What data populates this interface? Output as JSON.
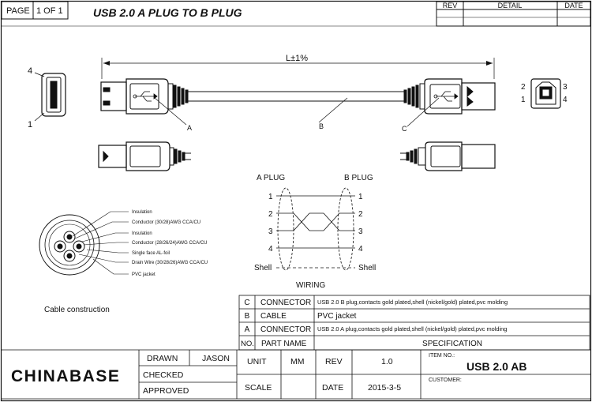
{
  "header": {
    "page_label": "PAGE",
    "page_value": "1 OF 1",
    "title": "USB 2.0 A PLUG TO B PLUG",
    "rev_cols": [
      "REV",
      "DETAIL",
      "DATE"
    ]
  },
  "drawing": {
    "length_label": "L±1%",
    "callouts": [
      "A",
      "B",
      "C"
    ],
    "a_socket_pins": [
      "4",
      "1"
    ],
    "b_socket_pins": [
      "2",
      "1",
      "3",
      "4"
    ]
  },
  "cable_construction": {
    "labels": [
      "Insulation",
      "Conductor (30/28)AWG CCA/CU",
      "Insulation",
      "Conductor (28/26/24)AWG CCA/CU",
      "Single face AL-foil",
      "Drain Wire (30/28/26)AWG CCA/CU",
      "PVC jacket"
    ],
    "caption": "Cable construction"
  },
  "wiring": {
    "a_title": "A PLUG",
    "b_title": "B PLUG",
    "pins": [
      "1",
      "2",
      "3",
      "4"
    ],
    "shell": "Shell",
    "caption": "WIRING"
  },
  "spec_table": {
    "rows": [
      {
        "key": "C",
        "part": "CONNECTOR",
        "spec": "USB 2.0  B plug,contacts gold plated,shell (nickel/gold) plated,pvc molding"
      },
      {
        "key": "B",
        "part": "CABLE",
        "spec": "PVC jacket"
      },
      {
        "key": "A",
        "part": "CONNECTOR",
        "spec": "USB 2.0  A plug,contacts gold plated,shell (nickel/gold) plated,pvc molding"
      }
    ],
    "header": {
      "no": "NO.",
      "part": "PART NAME",
      "spec": "SPECIFICATION"
    }
  },
  "title_block": {
    "company": "CHINABASE",
    "drawn_label": "DRAWN",
    "drawn_value": "JASON",
    "checked_label": "CHECKED",
    "approved_label": "APPROVED",
    "unit_label": "UNIT",
    "unit_value": "MM",
    "rev_label": "REV",
    "rev_value": "1.0",
    "scale_label": "SCALE",
    "date_label": "DATE",
    "date_value": "2015-3-5",
    "item_no_label": "ITEM NO.:",
    "item_no_value": "USB 2.0 AB",
    "customer_label": "CUSTOMER:"
  }
}
